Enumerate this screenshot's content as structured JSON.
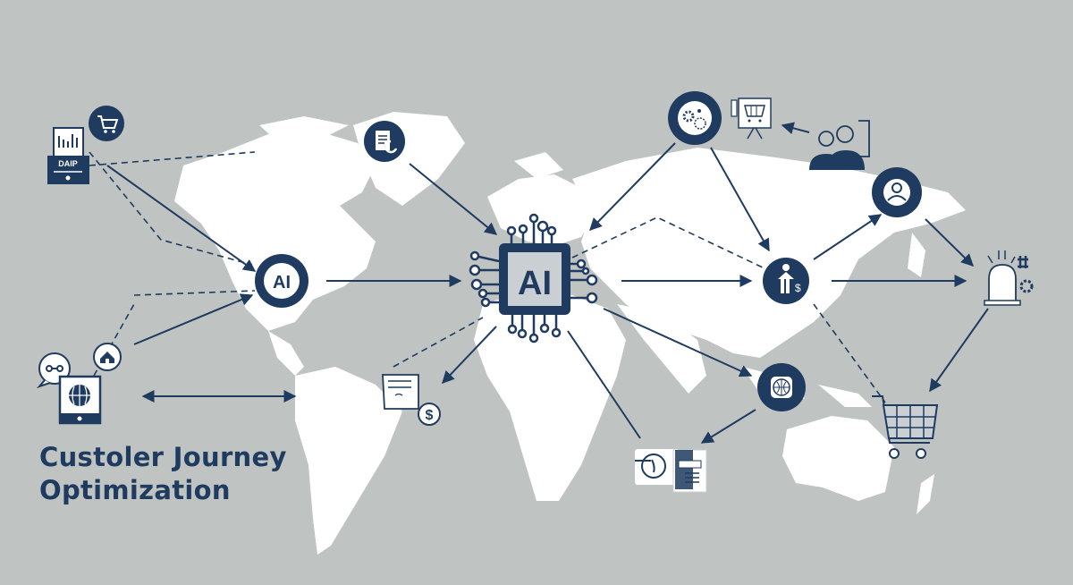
{
  "title": {
    "line1": "Custoler Journey",
    "line2": "Optimization"
  },
  "colors": {
    "background": "#bfc3c2",
    "land": "#ffffff",
    "navy": "#1f3b5f",
    "text": "#1f3b5f"
  },
  "hub": {
    "label": "AI",
    "icon": "ai-chip-icon"
  },
  "regional_hub": {
    "label": "AI",
    "icon": "ai-scroll-badge-icon"
  },
  "device": {
    "label": "DAIP",
    "icon": "bar-chart-device-icon"
  },
  "nodes": [
    {
      "id": "cart-top-left",
      "icon": "shopping-cart-icon"
    },
    {
      "id": "document-greenland",
      "icon": "document-icon"
    },
    {
      "id": "gears",
      "icon": "gears-icon"
    },
    {
      "id": "cart-billboard",
      "icon": "cart-billboard-icon"
    },
    {
      "id": "users-group",
      "icon": "users-icon"
    },
    {
      "id": "user-profile",
      "icon": "user-profile-icon"
    },
    {
      "id": "alert-beacon",
      "icon": "alert-beacon-icon"
    },
    {
      "id": "person-china",
      "icon": "person-money-icon"
    },
    {
      "id": "globe-asia",
      "icon": "globe-icon"
    },
    {
      "id": "cart-pacific",
      "icon": "shopping-cart-icon"
    },
    {
      "id": "ticket-clipboard",
      "icon": "ticket-clipboard-icon"
    },
    {
      "id": "contract-money",
      "icon": "contract-dollar-icon"
    },
    {
      "id": "chat-bubble",
      "icon": "chat-bubble-icon"
    },
    {
      "id": "home",
      "icon": "home-icon"
    },
    {
      "id": "tablet-globe",
      "icon": "tablet-globe-icon"
    }
  ]
}
